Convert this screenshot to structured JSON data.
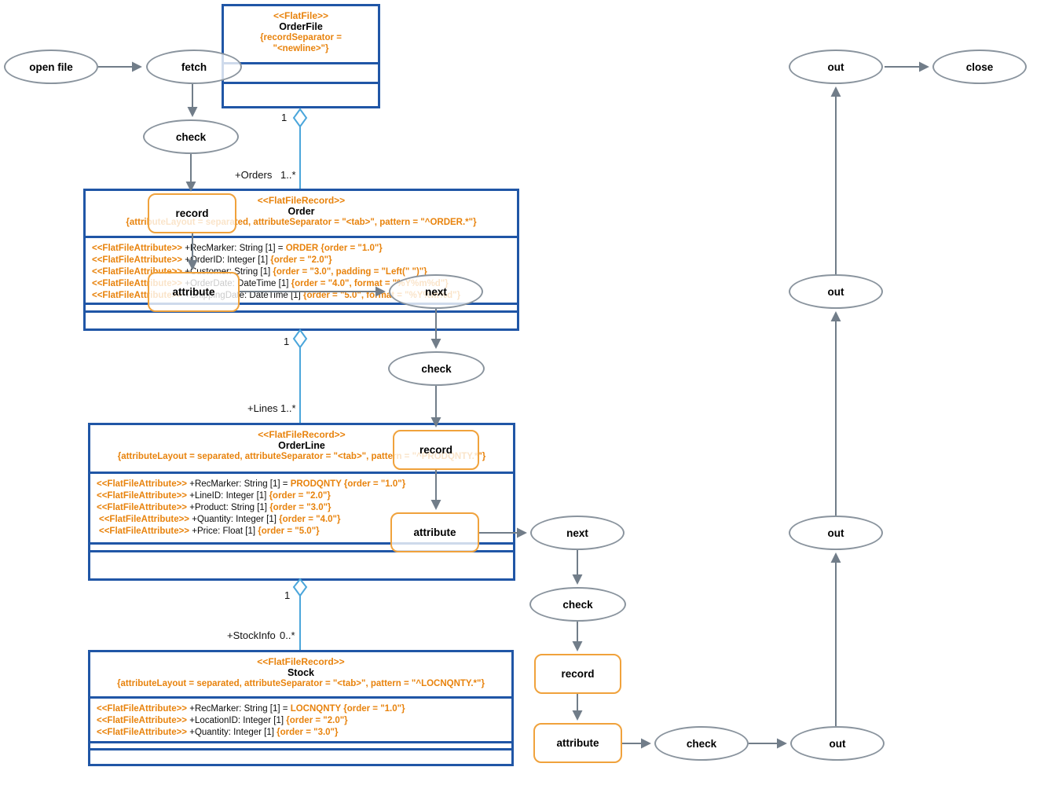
{
  "colors": {
    "class_border_blue": "#2056A6",
    "stereotype_orange": "#E8830D",
    "flow_ellipse_border_gray": "#8A949E",
    "flow_rect_border_orange": "#F0A23C",
    "arrow_gray": "#717D89",
    "association_blue": "#4BA6DB"
  },
  "classes": {
    "order_file": {
      "stereotype": "<<FlatFile>>",
      "name": "OrderFile",
      "constraint_line1": "{recordSeparator =",
      "constraint_line2": "\"<newline>\"}"
    },
    "order": {
      "stereotype": "<<FlatFileRecord>>",
      "name": "Order",
      "constraint": "{attributeLayout = separated, attributeSeparator = \"<tab>\", pattern = \"^ORDER.*\"}",
      "attributes": [
        {
          "stereotype": "<<FlatFileAttribute>>",
          "decl": " +RecMarker: String [1] = ",
          "tail": "ORDER {order = \"1.0\"}"
        },
        {
          "stereotype": "<<FlatFileAttribute>>",
          "decl": " +OrderID: Integer [1] ",
          "tail": "{order = \"2.0\"}"
        },
        {
          "stereotype": "<<FlatFileAttribute>>",
          "decl": " +Customer: String [1] ",
          "tail": "{order = \"3.0\", padding = \"Left(\" \")\"}"
        },
        {
          "stereotype": "<<FlatFileAttribute>>",
          "decl": " +OrderDate: DateTime [1] ",
          "tail": "{order = \"4.0\", format = \"%Y%m%d\"}"
        },
        {
          "stereotype": "<<FlatFileAttribute>>",
          "decl": " +ShippingDate: DateTime [1] ",
          "tail": "{order = \"5.0\", format = \"%Y%m%d\"}"
        }
      ]
    },
    "order_line": {
      "stereotype": "<<FlatFileRecord>>",
      "name": "OrderLine",
      "constraint": "{attributeLayout = separated, attributeSeparator = \"<tab>\", pattern = \"^PRODQNTY.*\"}",
      "attributes": [
        {
          "stereotype": "<<FlatFileAttribute>>",
          "decl": " +RecMarker: String [1] = ",
          "tail": "PRODQNTY {order = \"1.0\"}"
        },
        {
          "stereotype": "<<FlatFileAttribute>>",
          "decl": " +LineID: Integer [1] ",
          "tail": "{order = \"2.0\"}"
        },
        {
          "stereotype": "<<FlatFileAttribute>>",
          "decl": " +Product: String [1] ",
          "tail": "{order = \"3.0\"}"
        },
        {
          "stereotype": "<<FlatFileAttribute>>",
          "decl": " +Quantity: Integer [1] ",
          "tail": "{order = \"4.0\"}"
        },
        {
          "stereotype": "<<FlatFileAttribute>>",
          "decl": " +Price: Float [1] ",
          "tail": "{order = \"5.0\"}"
        }
      ]
    },
    "stock": {
      "stereotype": "<<FlatFileRecord>>",
      "name": "Stock",
      "constraint": "{attributeLayout = separated, attributeSeparator = \"<tab>\", pattern = \"^LOCNQNTY.*\"}",
      "attributes": [
        {
          "stereotype": "<<FlatFileAttribute>>",
          "decl": " +RecMarker: String [1] = ",
          "tail": "LOCNQNTY {order = \"1.0\"}"
        },
        {
          "stereotype": "<<FlatFileAttribute>>",
          "decl": " +LocationID: Integer [1] ",
          "tail": "{order = \"2.0\"}"
        },
        {
          "stereotype": "<<FlatFileAttribute>>",
          "decl": " +Quantity: Integer [1] ",
          "tail": "{order = \"3.0\"}"
        }
      ]
    }
  },
  "associations": [
    {
      "parent_mult": "1",
      "role": "+Orders",
      "mult": "1..*"
    },
    {
      "parent_mult": "1",
      "role": "+Lines",
      "mult": "1..*"
    },
    {
      "parent_mult": "1",
      "role": "+StockInfo",
      "mult": "0..*"
    }
  ],
  "flow": {
    "open_file": "open file",
    "fetch": "fetch",
    "check_order": "check",
    "record_order": "record",
    "attribute_order": "attribute",
    "next_order": "next",
    "check_line": "check",
    "record_line": "record",
    "attribute_line": "attribute",
    "next_line": "next",
    "check_stock": "check",
    "record_stock": "record",
    "attribute_stock": "attribute",
    "check_out": "check",
    "out_stock": "out",
    "out_line": "out",
    "out_order": "out",
    "out_file": "out",
    "close": "close"
  }
}
